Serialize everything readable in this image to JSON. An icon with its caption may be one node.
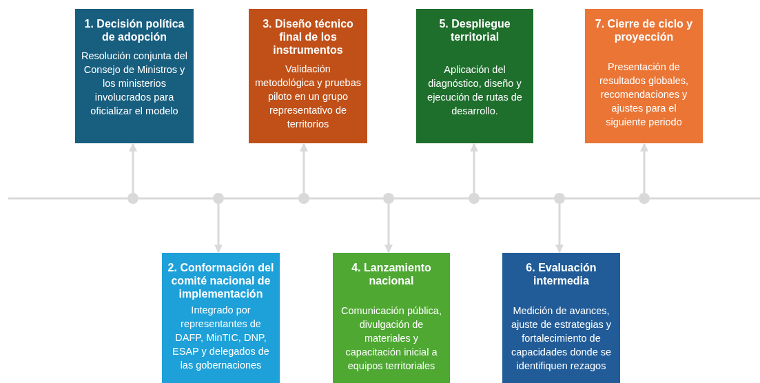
{
  "diagram": {
    "nodes": [
      {
        "text": [
          "1. Decisión política de adopción",
          "Resolución conjunta del Consejo de Ministros y los ministerios involucrados para oficializar el modelo"
        ]
      },
      {
        "text": [
          "2. Conformación del comité nacional de implementación",
          "Integrado por representantes de DAFP, MinTIC, DNP, ESAP y delegados de las gobernaciones"
        ]
      },
      {
        "text": [
          "3. Diseño técnico final de los instrumentos",
          "Validación metodológica y pruebas piloto en un grupo representativo de territorios"
        ]
      },
      {
        "text": [
          "4. Lanzamiento nacional",
          "Comunicación pública, divulgación de materiales y capacitación inicial a equipos territoriales"
        ]
      },
      {
        "text": [
          "5. Despliegue territorial",
          "Aplicación del diagnóstico, diseño y ejecución de rutas de desarrollo."
        ]
      },
      {
        "text": [
          "6. Evaluación intermedia",
          "Medición de avances, ajuste de estrategias y fortalecimiento de capacidades donde se identifiquen rezagos"
        ]
      },
      {
        "text": [
          "7. Cierre de ciclo y proyección",
          "Presentación de resultados globales, recomendaciones y ajustes para el siguiente periodo"
        ]
      },
      {
        "text": [],
        "shape": "circle"
      },
      {
        "text": [],
        "shape": "circle"
      },
      {
        "text": [],
        "shape": "circle"
      },
      {
        "text": [],
        "shape": "circle"
      },
      {
        "text": [],
        "shape": "circle"
      },
      {
        "text": [],
        "shape": "circle"
      },
      {
        "text": [],
        "shape": "circle"
      }
    ],
    "edges": [
      {
        "from": 7,
        "to": 0,
        "arrow": "to"
      },
      {
        "from": 8,
        "to": 1,
        "arrow": "to"
      },
      {
        "from": 9,
        "to": 2,
        "arrow": "to"
      },
      {
        "from": 10,
        "to": 3,
        "arrow": "to"
      },
      {
        "from": 11,
        "to": 4,
        "arrow": "to"
      },
      {
        "from": 12,
        "to": 5,
        "arrow": "to"
      },
      {
        "from": 13,
        "to": 6,
        "arrow": "to"
      },
      {
        "from": 7,
        "to": 8,
        "arrow": "none"
      },
      {
        "from": 8,
        "to": 9,
        "arrow": "none"
      },
      {
        "from": 9,
        "to": 10,
        "arrow": "none"
      },
      {
        "from": 10,
        "to": 11,
        "arrow": "none"
      },
      {
        "from": 11,
        "to": 12,
        "arrow": "none"
      },
      {
        "from": 12,
        "to": 13,
        "arrow": "none"
      }
    ]
  }
}
